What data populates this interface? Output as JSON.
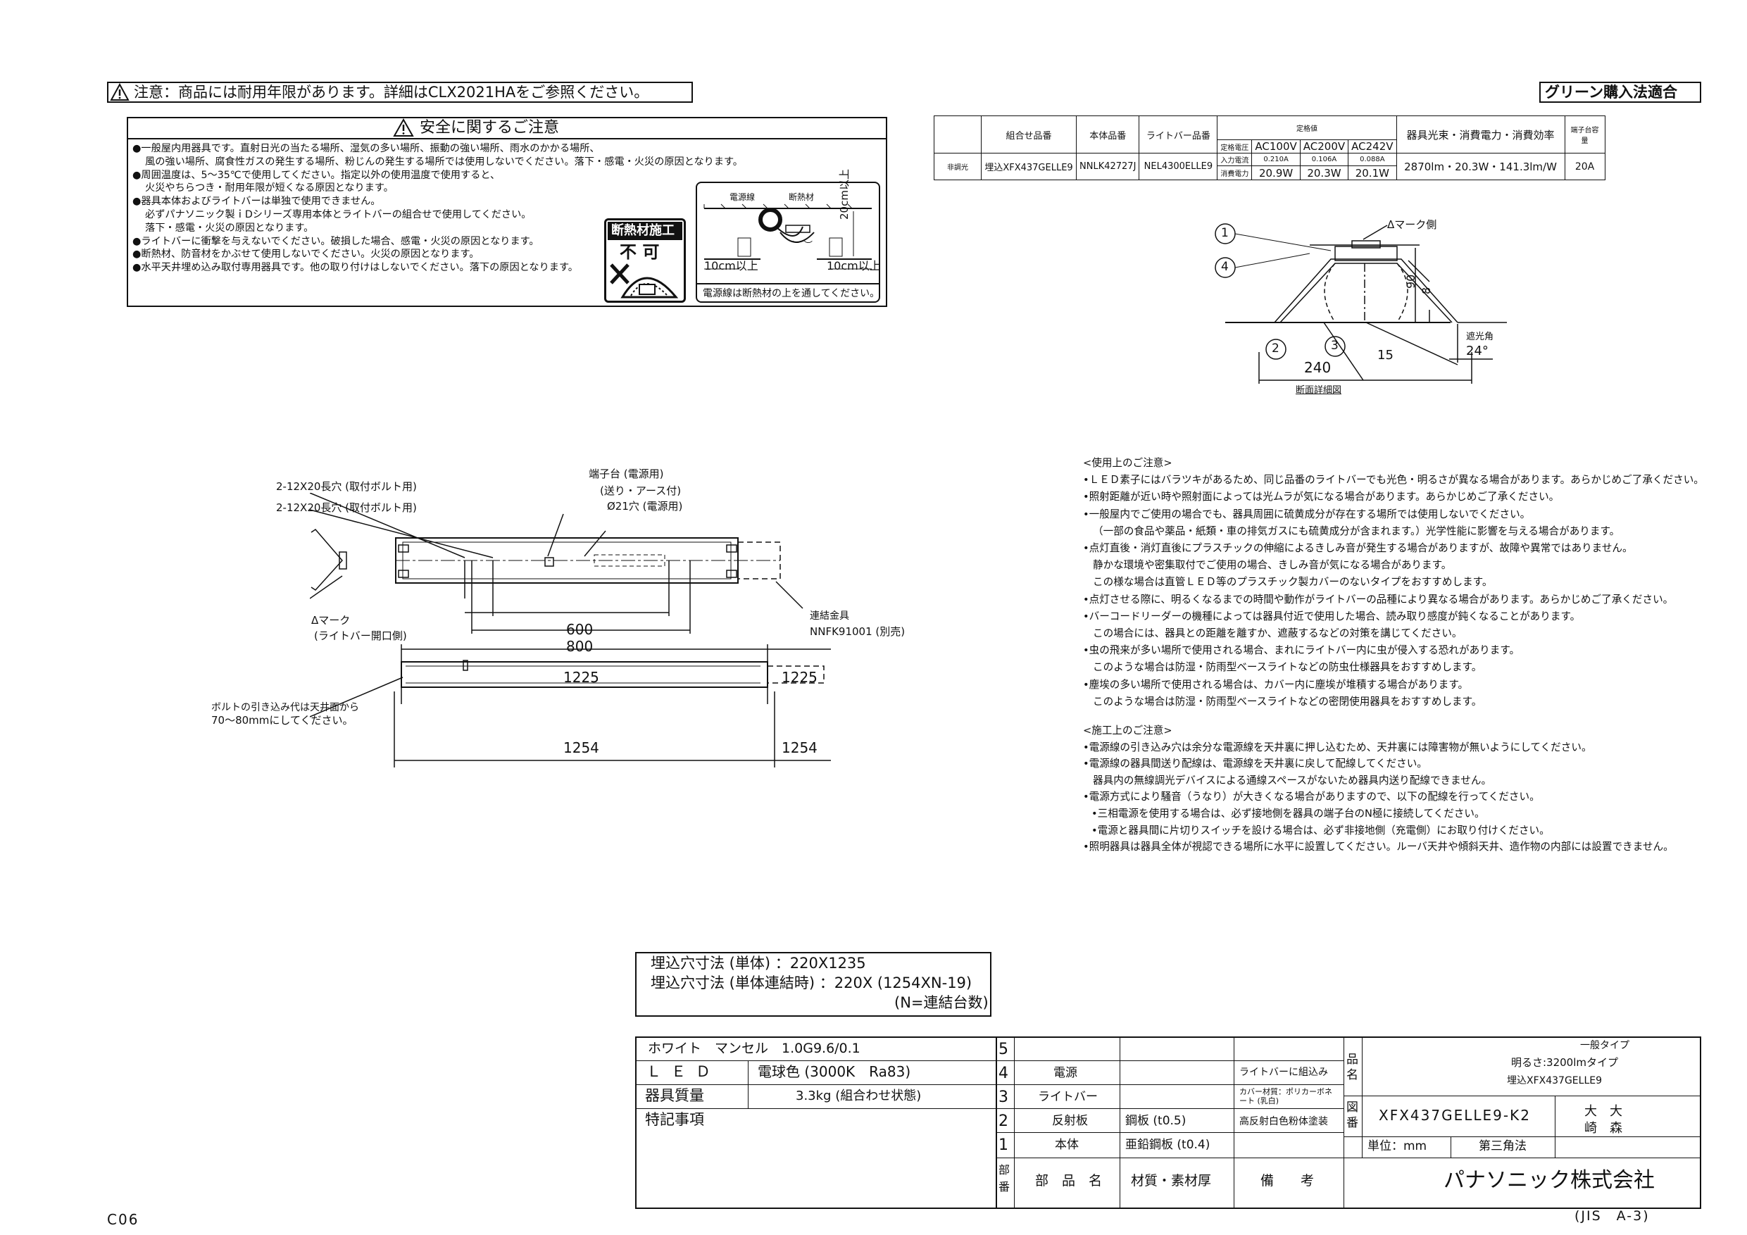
{
  "header": {
    "notice": "注意：商品には耐用年限があります。詳細はCLX2021HAをご参照ください。",
    "green": "グリーン購入法適合"
  },
  "safety": {
    "title": "安全に関するご注意",
    "lines": [
      "●一般屋内用器具です。直射日光の当たる場所、湿気の多い場所、振動の強い場所、雨水のかかる場所、",
      "風の強い場所、腐食性ガスの発生する場所、粉じんの発生する場所では使用しないでください。落下・感電・火災の原因となります。",
      "●周囲温度は、5〜35℃で使用してください。指定以外の使用温度で使用すると、",
      "火災やちらつき・耐用年限が短くなる原因となります。",
      "●器具本体およびライトバーは単独で使用できません。",
      "必ずパナソニック製ｉDシリーズ専用本体とライトバーの組合せで使用してください。",
      "落下・感電・火災の原因となります。",
      "●ライトバーに衝撃を与えないでください。破損した場合、感電・火災の原因となります。",
      "●断熱材、防音材をかぶせて使用しないでください。火災の原因となります。",
      "●水平天井埋め込み取付専用器具です。他の取り付けはしないでください。落下の原因となります。"
    ],
    "insul_title": "断熱材施工",
    "insul_ng": "不 可",
    "diag_wire": "電源線",
    "diag_insul": "断熱材",
    "diag_20cm": "20cm以上",
    "diag_10l": "10cm以上",
    "diag_10r": "10cm以上",
    "diag_caption": "電源線は断熱材の上を通してください。"
  },
  "spec": {
    "h_combo": "組合せ品番",
    "h_body": "本体品番",
    "h_bar": "ライトバー品番",
    "h_rated": "定格値",
    "h_v": "定格電圧",
    "v100": "AC100V",
    "v200": "AC200V",
    "v242": "AC242V",
    "h_flux": "器具光束・消費電力・消費効率",
    "h_term": "端子台容量",
    "row_label": "非調光",
    "combo": "埋込XFX437GELLE9",
    "body": "NNLK42727J",
    "bar": "NEL4300ELLE9",
    "h_cur": "入力電流",
    "c100": "0.210A",
    "c200": "0.106A",
    "c242": "0.088A",
    "h_pow": "消費電力",
    "p100": "20.9W",
    "p200": "20.3W",
    "p242": "20.1W",
    "flux": "2870lm・20.3W・141.3lm/W",
    "term": "20A"
  },
  "section": {
    "mark_side": "Δマーク側",
    "n1": "1",
    "n2": "2",
    "n3": "3",
    "n4": "4",
    "d90": "90",
    "d8": "8",
    "d240": "240",
    "d15": "15",
    "angle_label": "遮光角",
    "angle": "24°",
    "caption": "断面詳細図"
  },
  "plan": {
    "hole1": "2-12X20長穴 (取付ボルト用)",
    "hole2": "2-12X20長穴 (取付ボルト用)",
    "term1": "端子台 (電源用)",
    "term2": "(送り・アース付)",
    "term3": "Ø21穴 (電源用)",
    "conn1": "連結金具",
    "conn2": "NNFK91001 (別売)",
    "mark1": "Δマーク",
    "mark2": "(ライトバー開口側)",
    "d600": "600",
    "d800": "800",
    "d1225a": "1225",
    "d1225b": "1225",
    "d1254a": "1254",
    "d1254b": "1254",
    "bolt1": "ボルトの引き込み代は天井面から",
    "bolt2": "70〜80mmにしてください。"
  },
  "use_notes": {
    "title": "<使用上のご注意>",
    "lines": [
      "•ＬＥＤ素子にはバラツキがあるため、同じ品番のライトバーでも光色・明るさが異なる場合があります。あらかじめご了承ください。",
      "•照射距離が近い時や照射面によっては光ムラが気になる場合があります。あらかじめご了承ください。",
      "•一般屋内でご使用の場合でも、器具周囲に硫黄成分が存在する場所では使用しないでください。",
      "（一部の食品や薬品・紙類・車の排気ガスにも硫黄成分が含まれます。）光学性能に影響を与える場合があります。",
      "•点灯直後・消灯直後にプラスチックの伸縮によるきしみ音が発生する場合がありますが、故障や異常ではありません。",
      "静かな環境や密集取付でご使用の場合、きしみ音が気になる場合があります。",
      "この様な場合は直管ＬＥＤ等のプラスチック製カバーのないタイプをおすすめします。",
      "•点灯させる際に、明るくなるまでの時間や動作がライトバーの品種により異なる場合があります。あらかじめご了承ください。",
      "•バーコードリーダーの機種によっては器具付近で使用した場合、読み取り感度が鈍くなることがあります。",
      "この場合には、器具との距離を離すか、遮蔽するなどの対策を講じてください。",
      "•虫の飛来が多い場所で使用される場合、まれにライトバー内に虫が侵入する恐れがあります。",
      "このような場合は防湿・防雨型ベースライトなどの防虫仕様器具をおすすめします。",
      "•塵埃の多い場所で使用される場合は、カバー内に塵埃が堆積する場合があります。",
      "このような場合は防湿・防雨型ベースライトなどの密閉使用器具をおすすめします。"
    ]
  },
  "install_notes": {
    "title": "<施工上のご注意>",
    "lines": [
      "•電源線の引き込み穴は余分な電源線を天井裏に押し込むため、天井裏には障害物が無いようにしてください。",
      "•電源線の器具間送り配線は、電源線を天井裏に戻して配線してください。",
      "器具内の無線調光デバイスによる通線スペースがないため器具内送り配線できません。",
      "•電源方式により騒音（うなり）が大きくなる場合がありますので、以下の配線を行ってください。",
      "•三相電源を使用する場合は、必ず接地側を器具の端子台のN極に接続してください。",
      "•電源と器具間に片切りスイッチを設ける場合は、必ず非接地側（充電側）にお取り付けください。",
      "•照明器具は器具全体が視認できる場所に水平に設置してください。ルーバ天井や傾斜天井、造作物の内部には設置できません。"
    ]
  },
  "cutout": {
    "l1": "埋込穴寸法 (単体) ：220X1235",
    "l2": "埋込穴寸法 (単体連結時) ：220X (1254XN-19)",
    "l3": "(N=連結台数)"
  },
  "titleblock": {
    "color": "ホワイト　マンセル　1.0G9.6/0.1",
    "led_label": "ＬＥＤ",
    "led_value": "電球色 (3000K　Ra83)",
    "mass_label": "器具質量",
    "mass_value": "3.3kg (組合わせ状態)",
    "special": "特記事項",
    "rows": [
      {
        "no": "5",
        "name": "",
        "mat": "",
        "note": ""
      },
      {
        "no": "4",
        "name": "電源",
        "mat": "",
        "note": "ライトバーに組込み"
      },
      {
        "no": "3",
        "name": "ライトバー",
        "mat": "",
        "note": "カバー材質：ポリカーボネート (乳白)"
      },
      {
        "no": "2",
        "name": "反射板",
        "mat": "鋼板 (t0.5)",
        "note": "高反射白色粉体塗装"
      },
      {
        "no": "1",
        "name": "本体",
        "mat": "亜鉛鋼板 (t0.4)",
        "note": ""
      }
    ],
    "h_part": "部番",
    "h_name": "部　品　名",
    "h_mat": "材質・素材厚",
    "h_note": "備　　考",
    "hinmei_label": "品名",
    "hinmei1": "一般タイプ",
    "hinmei2": "明るさ:3200lmタイプ",
    "hinmei3": "埋込XFX437GELLE9",
    "zuban_label": "図番",
    "zuban": "XFX437GELLE9-K2",
    "sign1": "大　大",
    "sign2": "崎　森",
    "unit": "単位：mm",
    "angle": "第三角法",
    "company": "パナソニック株式会社"
  },
  "footer": {
    "code": "C06",
    "jis": "(JIS　A-3)"
  }
}
